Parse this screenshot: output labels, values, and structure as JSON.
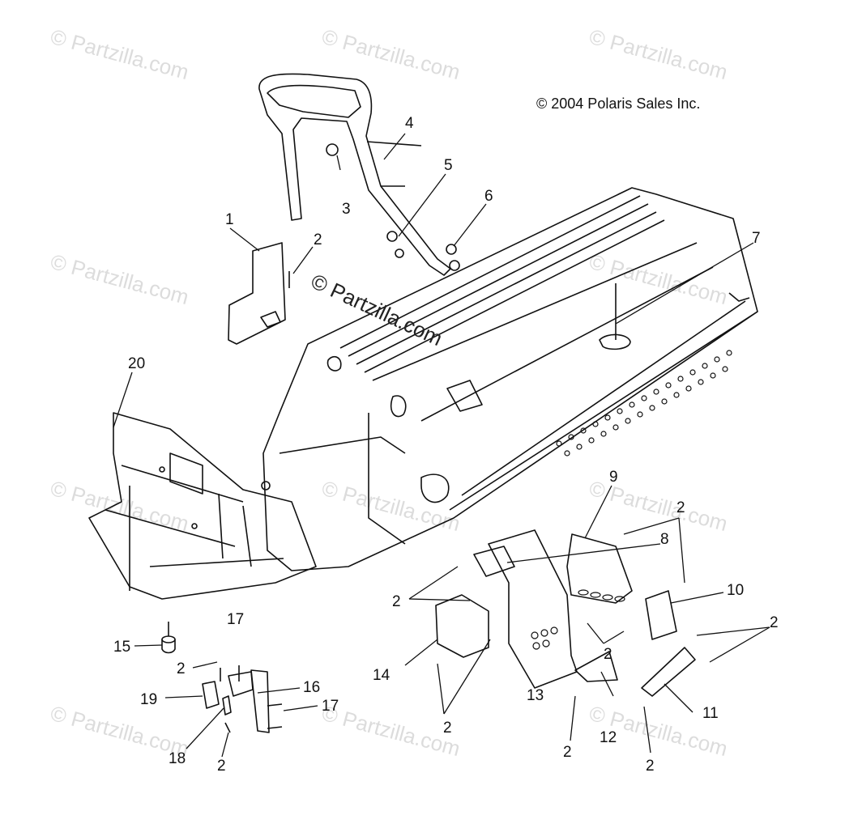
{
  "copyright": "© 2004 Polaris Sales Inc.",
  "watermark": "© Partzilla.com",
  "center_watermark": "© Partzilla.com",
  "callouts": {
    "c1": "1",
    "c2a": "2",
    "c2b": "2",
    "c2c": "2",
    "c2d": "2",
    "c2e": "2",
    "c2f": "2",
    "c2g": "2",
    "c2h": "2",
    "c2i": "2",
    "c2j": "2",
    "c3": "3",
    "c4": "4",
    "c5": "5",
    "c6": "6",
    "c7": "7",
    "c8": "8",
    "c9": "9",
    "c10": "10",
    "c11": "11",
    "c12": "12",
    "c13": "13",
    "c14": "14",
    "c15": "15",
    "c16": "16",
    "c17a": "17",
    "c17b": "17",
    "c18": "18",
    "c19": "19",
    "c20": "20"
  }
}
